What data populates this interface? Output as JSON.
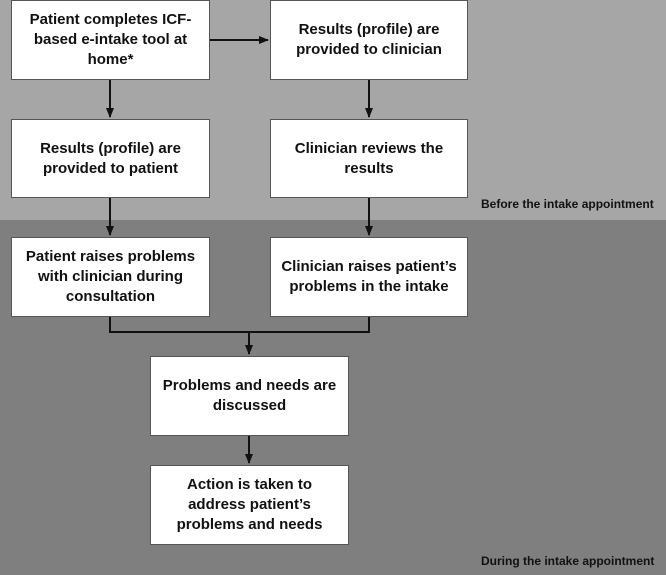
{
  "phases": {
    "before": "Before the intake appointment",
    "during": "During the intake appointment"
  },
  "boxes": {
    "patient_completes": "Patient completes ICF-based e-intake tool at home*",
    "results_to_clinician": "Results (profile) are provided to clinician",
    "results_to_patient": "Results (profile) are provided to patient",
    "clinician_reviews": "Clinician reviews the results",
    "patient_raises": "Patient raises problems with clinician during consultation",
    "clinician_raises": "Clinician raises patient’s problems in the intake",
    "problems_discussed": "Problems and needs are discussed",
    "action_taken": "Action is taken to address patient’s problems and needs"
  },
  "colors": {
    "before_band": "#a6a6a6",
    "during_band": "#7f7f7f",
    "box_fill": "#ffffff",
    "connector": "#111111"
  }
}
